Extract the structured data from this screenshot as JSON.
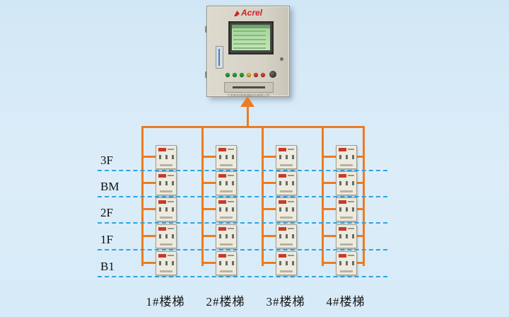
{
  "cabinet": {
    "brand": "Acrel",
    "footer_text": "江苏安科瑞电器制造有限公司",
    "indicator_lights": [
      "#1f9e33",
      "#1f9e33",
      "#1f9e33",
      "#e2a51d",
      "#d43a2a",
      "#d43a2a"
    ],
    "screen_color": "#b7e0ae"
  },
  "floors": [
    "3F",
    "BM",
    "2F",
    "1F",
    "B1"
  ],
  "staircases": [
    "1#楼梯",
    "2#楼梯",
    "3#楼梯",
    "4#楼梯"
  ],
  "grid": {
    "columns": 4,
    "rows": 5
  },
  "colors": {
    "bus_line": "#ED7B20",
    "floor_line": "#2FA3DD",
    "brand_red": "#D22027",
    "cabinet_body": "#D8D4C8",
    "device_body": "#EDEADF",
    "background": "#D6EAF7"
  }
}
